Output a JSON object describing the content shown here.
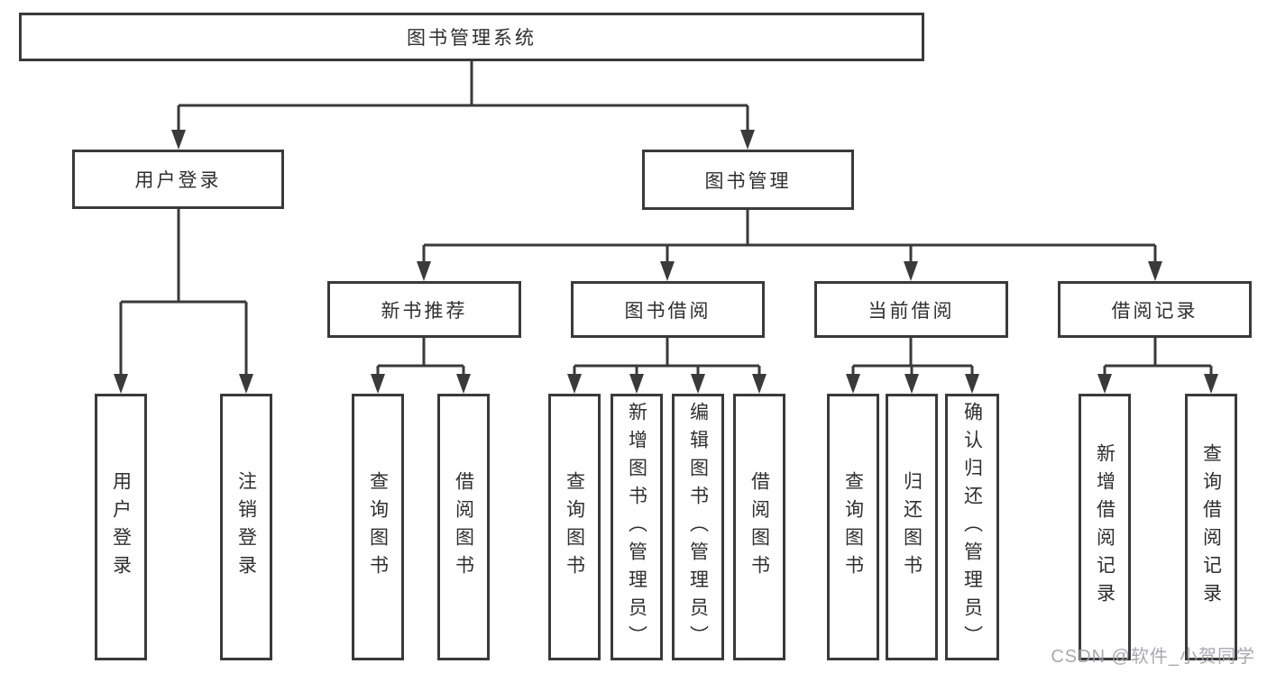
{
  "diagram": {
    "root": {
      "label": "图书管理系统"
    },
    "branches": [
      {
        "label": "用户登录",
        "children": [
          "用户登录",
          "注销登录"
        ]
      },
      {
        "label": "图书管理",
        "sections": [
          {
            "label": "新书推荐",
            "children": [
              "查询图书",
              "借阅图书"
            ]
          },
          {
            "label": "图书借阅",
            "children": [
              "查询图书",
              "新增图书（管理员）",
              "编辑图书（管理员）",
              "借阅图书"
            ]
          },
          {
            "label": "当前借阅",
            "children": [
              "查询图书",
              "归还图书",
              "确认归还（管理员）"
            ]
          },
          {
            "label": "借阅记录",
            "children": [
              "新增借阅记录",
              "查询借阅记录"
            ]
          }
        ]
      }
    ],
    "colors": {
      "line": "#3a3a3a",
      "text": "#2f2f2f",
      "watermark": "#9e9ea6",
      "background": "#ffffff"
    },
    "watermark": "CSDN @软件_小贺同学"
  }
}
